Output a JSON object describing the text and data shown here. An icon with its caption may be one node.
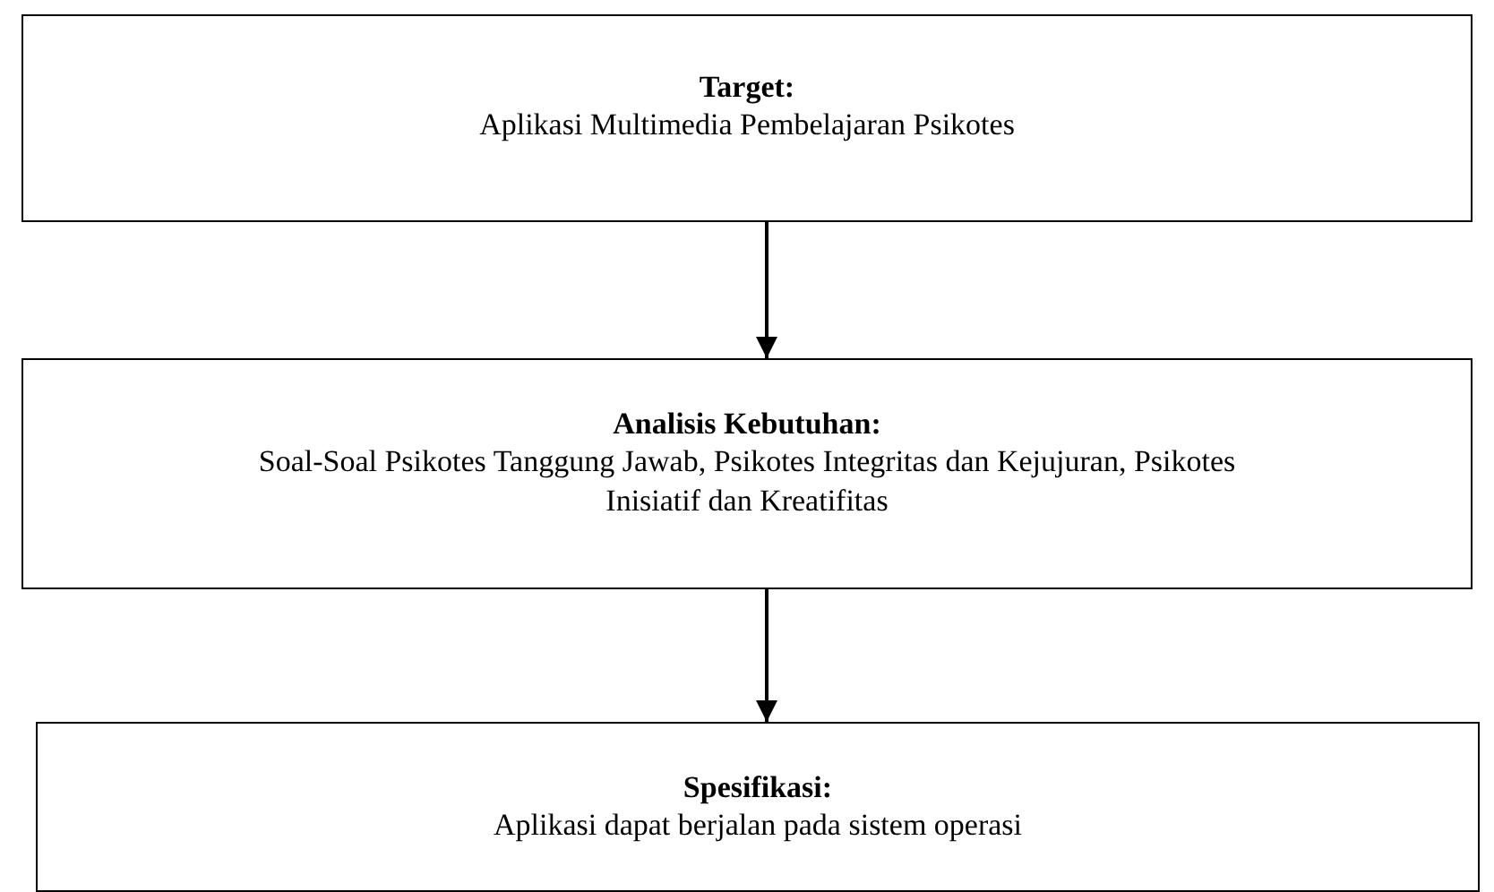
{
  "diagram": {
    "nodes": [
      {
        "text": [
          "Target:",
          "Aplikasi Multimedia Pembelajaran Psikotes"
        ]
      },
      {
        "text": [
          "Analisis Kebutuhan:",
          "Soal-Soal Psikotes Tanggung Jawab, Psikotes Integritas dan Kejujuran, Psikotes Inisiatif dan Kreatifitas"
        ]
      },
      {
        "text": [
          "Spesifikasi:",
          "Aplikasi dapat berjalan pada sistem operasi"
        ]
      }
    ],
    "edges": [
      {
        "from": 0,
        "to": 1,
        "arrow": "to"
      },
      {
        "from": 1,
        "to": 2,
        "arrow": "to"
      }
    ]
  }
}
